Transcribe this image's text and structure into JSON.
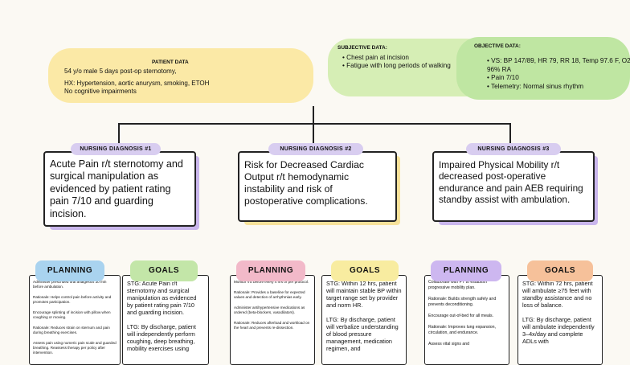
{
  "patient": {
    "heading": "PATIENT DATA",
    "lines": [
      "54 y/o male 5 days post-op sternotomy,",
      "",
      "HX: Hypertension, aortic anurysm, smoking, ETOH",
      "No cognitive impairments"
    ]
  },
  "subjective": {
    "heading": "SUBJECTIVE DATA:",
    "items": [
      "Chest pain at incision",
      "Fatigue with long periods of walking"
    ]
  },
  "objective": {
    "heading": "OBJECTIVE DATA:",
    "items": [
      "VS: BP 147/89, HR 79, RR 18, Temp 97.6 F, O2 96% RA",
      "Pain 7/10",
      "Telemetry: Normal sinus rhythm"
    ]
  },
  "diagnoses": [
    {
      "tag": "NURSING DIAGNOSIS #1",
      "text": "Acute Pain r/t sternotomy and surgical manipulation as evidenced by patient rating pain 7/10 and guarding incision.",
      "planning_label": "PLANNING",
      "goals_label": "GOALS",
      "planning": [
        "Administer prescribed oral analgesics 30 min before ambulation.",
        "Rationale: Helps control pain before activity and promotes participation.",
        "Encourage splinting of incision with pillow when coughing or moving.",
        "Rationale: Reduces strain on sternum and pain during breathing exercises.",
        "Assess pain using numeric pain scale and guarded breathing. Reassess therapy per policy after intervention."
      ],
      "goals": [
        "STG: Acute Pain r/t sternotomy and surgical manipulation as evidenced by patient rating pain 7/10 and guarding incision.",
        "LTG: By discharge, patient will independently perform coughing, deep breathing, mobility exercises using"
      ]
    },
    {
      "tag": "NURSING DIAGNOSIS #2",
      "text": "Risk for Decreased Cardiac Output r/t hemodynamic instability and risk of postoperative complications.",
      "planning_label": "PLANNING",
      "goals_label": "GOALS",
      "planning": [
        "Monitor VS before every 4 hrs or per protocol.",
        "Rationale: Provides a baseline for expected values and detection of arrhythmias early.",
        "Administer antihypertensive medications as ordered (beta-blockers, vasodilators).",
        "Rationale: Reduces afterload and workload on the heart and prevents re-dissection."
      ],
      "goals": [
        "STG: Within 12 hrs, patient will maintain stable BP within target range set by provider and norm HR.",
        "LTG: By discharge, patient will verbalize understanding of blood pressure management, medication regimen, and"
      ]
    },
    {
      "tag": "NURSING DIAGNOSIS #3",
      "text": "Impaired Physical Mobility r/t decreased post-operative endurance and pain AEB requiring standby assist with ambulation.",
      "planning_label": "PLANNING",
      "goals_label": "GOALS",
      "planning": [
        "Collaborate with PT to establish progressive mobility plan.",
        "Rationale: Builds strength safely and prevents deconditioning.",
        "Encourage out-of-bed for all meals.",
        "Rationale: Improves lung expansion, circulation, and endurance.",
        "Assess vital signs and"
      ],
      "goals": [
        "STG: Within 72 hrs, patient will ambulate ≥75 feet with standby assistance and no loss of balance.",
        "LTG: By discharge, patient will ambulate independently 3–4x/day and complete ADLs with"
      ]
    }
  ],
  "colors": {
    "patient_bg": "#fbe9a6",
    "subjective_bg": "#d6eeb5",
    "objective_bg": "#bfe6a2",
    "diagnosis_tag_bg": "#d8cdf0",
    "shadow_purple": "#c9b6ec",
    "shadow_yellow": "#f7e29a",
    "planning_1": "#a9d3ef",
    "goals_1": "#c3e6a8",
    "planning_2": "#f2b9c9",
    "goals_2": "#f8eca0",
    "planning_3": "#cdb7f0",
    "goals_3": "#f6c19a"
  }
}
